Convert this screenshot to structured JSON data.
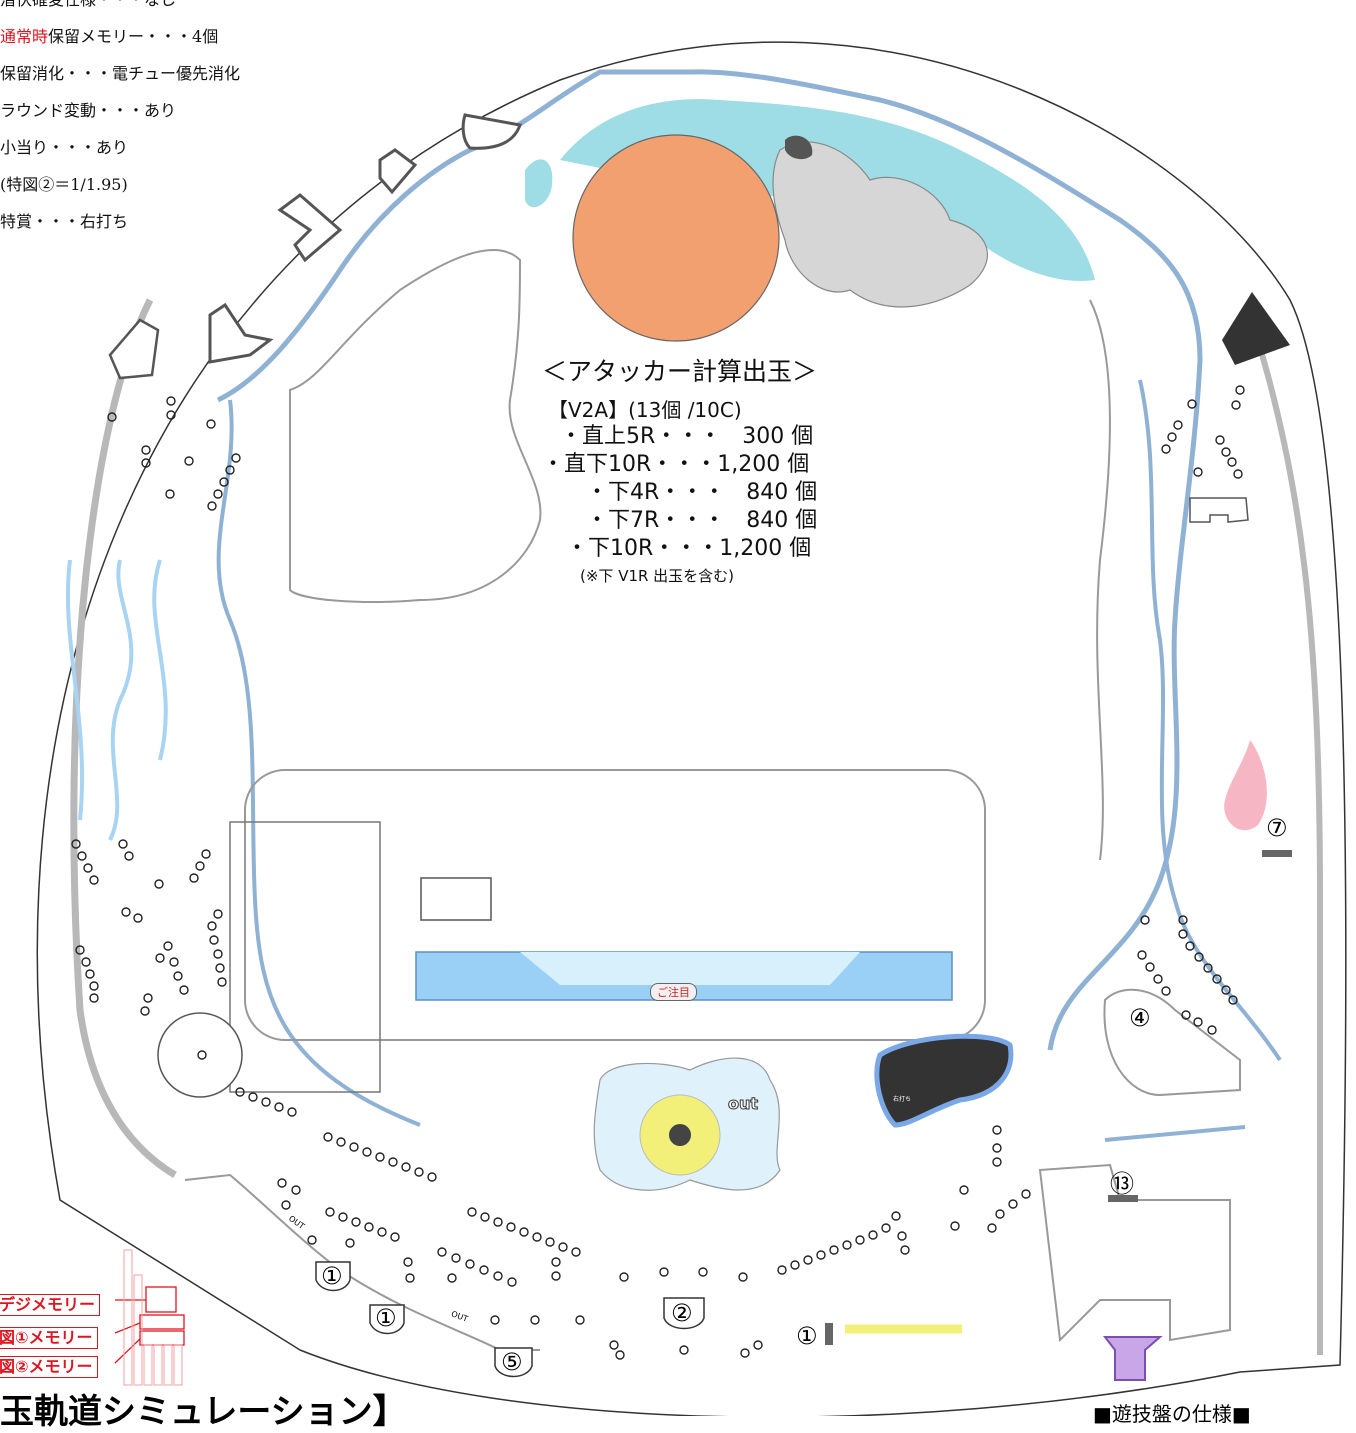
{
  "spec_list": [
    {
      "prefix": "",
      "text": "潜伏確変仕様・・・なし"
    },
    {
      "prefix": "通常時",
      "text": "保留メモリー・・・4個"
    },
    {
      "prefix": "",
      "text": "保留消化・・・電チュー優先消化"
    },
    {
      "prefix": "",
      "text": "ラウンド変動・・・あり"
    },
    {
      "prefix": "",
      "text": "小当り・・・あり"
    },
    {
      "prefix": "",
      "text": "(特図②＝1/1.95)"
    },
    {
      "prefix": "",
      "text": "特賞・・・右打ち"
    }
  ],
  "attacker": {
    "title": "＜アタッカー計算出玉＞",
    "subtitle": "【V2A】(13個 /10C)",
    "rows": [
      {
        "label": "・直上5R・・・",
        "value": "300 個"
      },
      {
        "label": "・直下10R・・・",
        "value": "1,200 個"
      },
      {
        "label": "・下4R・・・",
        "value": "840 個"
      },
      {
        "label": "・下7R・・・",
        "value": "840 個"
      },
      {
        "label": "・下10R・・・",
        "value": "1,200 個"
      }
    ],
    "note": "(※下 V1R 出玉を含む)"
  },
  "memory_labels": [
    "デジメモリー",
    "図①メモリー",
    "図②メモリー"
  ],
  "pocket_labels": [
    "①",
    "①",
    "⑤",
    "②",
    "①",
    "④",
    "⑦",
    "⑬"
  ],
  "out_labels": [
    "OUT",
    "OUT",
    "out"
  ],
  "center_sign": "ご注目",
  "attacker_sign": "右打ち",
  "bottom_title": "玉軌道シミュレーション】",
  "bottom_spec": "■遊技盤の仕様■",
  "colors": {
    "rail": "#8fb2d4",
    "light_rail": "#a9d3f2",
    "frame": "#b8b8b8",
    "ball": "#f2a070",
    "cloud": "#d6d6d6",
    "sky": "#9edde6",
    "red": "#e0141e",
    "pink": "#f7b6c4"
  }
}
